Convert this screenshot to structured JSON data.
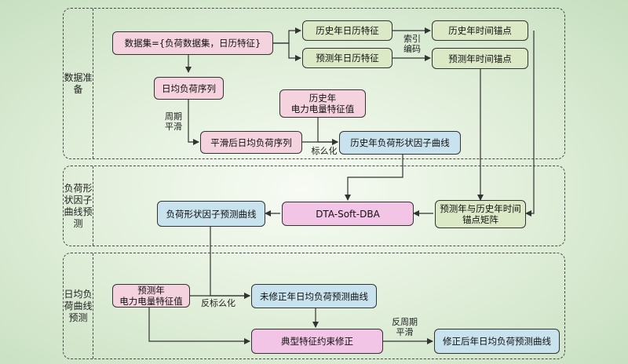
{
  "sections": [
    {
      "label": "数据准备"
    },
    {
      "label": "负荷形状因子曲线预测"
    },
    {
      "label": "日均负荷曲线预测"
    }
  ],
  "nodes": {
    "dataset": "数据集={负荷数据集，日历特征}",
    "hist_calendar": "历史年日历特征",
    "pred_calendar": "预测年日历特征",
    "hist_time_anchor": "历史年时间锚点",
    "pred_time_anchor": "预测年时间锚点",
    "daily_load_seq": "日均负荷序列",
    "hist_energy_feature": "历史年\n电力电量特征值",
    "smoothed_seq": "平滑后日均负荷序列",
    "hist_shape_curve": "历史年负荷形状因子曲线",
    "dta": "DTA-Soft-DBA",
    "shape_pred_curve": "负荷形状因子预测曲线",
    "anchor_matrix": "预测年与历史年时间\n锚点矩阵",
    "pred_energy_feature": "预测年\n电力电量特征值",
    "uncorrected_curve": "未修正年日均负荷预测曲线",
    "typical_correction": "典型特征约束修正",
    "corrected_curve": "修正后年日均负荷预测曲线"
  },
  "edge_labels": {
    "index_encode": "索引\n编码",
    "period_smooth": "周期\n平滑",
    "normalize": "标么化",
    "denormalize": "反标么化",
    "reverse_smooth": "反周期\n平滑"
  }
}
